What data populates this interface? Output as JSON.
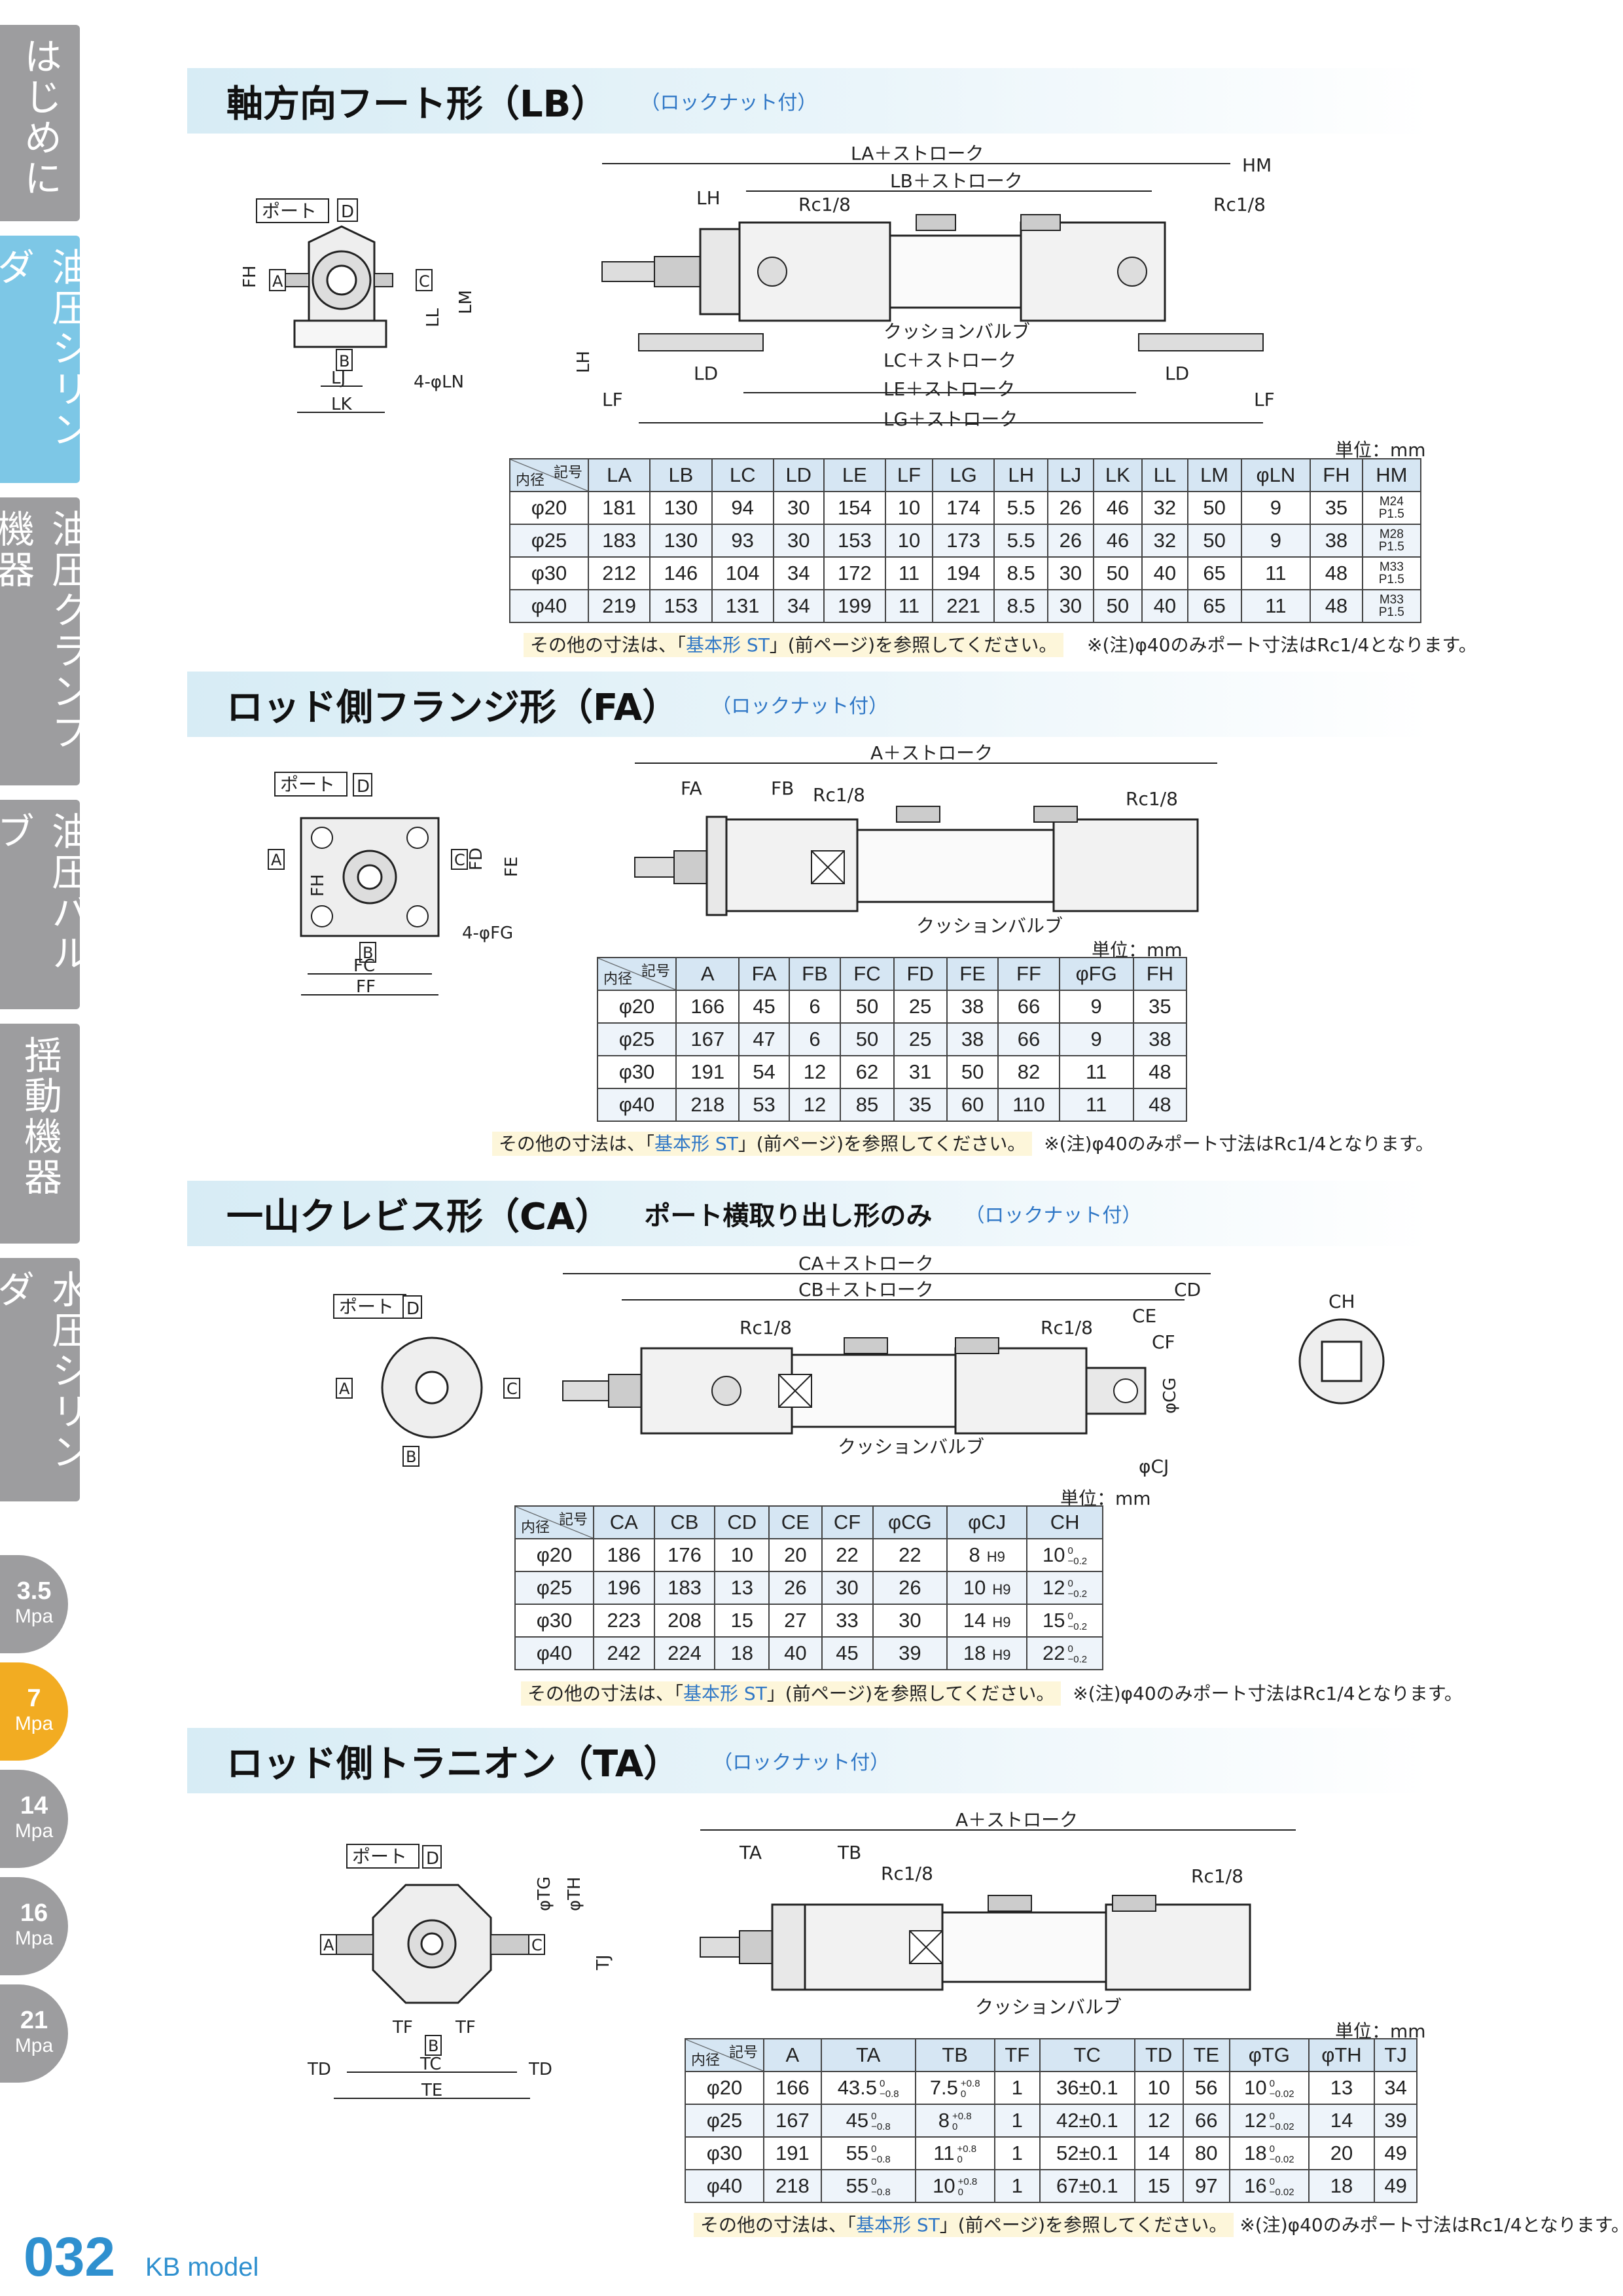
{
  "side_tabs": [
    "はじめに",
    "油圧シリンダ",
    "油圧クランプ機器",
    "油圧バルブ",
    "揺動機器",
    "水圧シリンダ"
  ],
  "mpa_tabs": [
    {
      "num": "3.5",
      "unit": "Mpa"
    },
    {
      "num": "7",
      "unit": "Mpa"
    },
    {
      "num": "14",
      "unit": "Mpa"
    },
    {
      "num": "16",
      "unit": "Mpa"
    },
    {
      "num": "21",
      "unit": "Mpa"
    }
  ],
  "unit_label": "単位：mm",
  "corner_top": "記号",
  "corner_bottom": "内径",
  "footnote_ref_pre": "その他の寸法は、「",
  "footnote_ref_link": "基本形 ST",
  "footnote_ref_post": "」(前ページ)を参照してください。",
  "footnote_port": "※(注)φ40のみポート寸法はRc1/4となります。",
  "labels": {
    "port": "ポート",
    "A": "A",
    "B": "B",
    "C": "C",
    "D": "D",
    "cushion": "クッションバルブ",
    "rc18": "Rc1/8"
  },
  "lb": {
    "title": "軸方向フート形（LB）",
    "note": "（ロックナット付）",
    "dims": {
      "la": "LA＋ストローク",
      "lb": "LB＋ストローク",
      "lc": "LC＋ストローク",
      "le": "LE＋ストローク",
      "lg": "LG＋ストローク",
      "lh": "LH",
      "ld": "LD",
      "lf": "LF",
      "hm": "HM",
      "fh": "FH",
      "ll": "LL",
      "lm": "LM",
      "lj": "LJ",
      "lk": "LK",
      "ln": "4-φLN"
    },
    "headers": [
      "LA",
      "LB",
      "LC",
      "LD",
      "LE",
      "LF",
      "LG",
      "LH",
      "LJ",
      "LK",
      "LL",
      "LM",
      "φLN",
      "FH",
      "HM"
    ],
    "rows": [
      {
        "bore": "φ20",
        "vals": [
          "181",
          "130",
          "94",
          "30",
          "154",
          "10",
          "174",
          "5.5",
          "26",
          "46",
          "32",
          "50",
          "9",
          "35"
        ],
        "hm1": "M24",
        "hm2": "P1.5"
      },
      {
        "bore": "φ25",
        "vals": [
          "183",
          "130",
          "93",
          "30",
          "153",
          "10",
          "173",
          "5.5",
          "26",
          "46",
          "32",
          "50",
          "9",
          "38"
        ],
        "hm1": "M28",
        "hm2": "P1.5"
      },
      {
        "bore": "φ30",
        "vals": [
          "212",
          "146",
          "104",
          "34",
          "172",
          "11",
          "194",
          "8.5",
          "30",
          "50",
          "40",
          "65",
          "11",
          "48"
        ],
        "hm1": "M33",
        "hm2": "P1.5"
      },
      {
        "bore": "φ40",
        "vals": [
          "219",
          "153",
          "131",
          "34",
          "199",
          "11",
          "221",
          "8.5",
          "30",
          "50",
          "40",
          "65",
          "11",
          "48"
        ],
        "hm1": "M33",
        "hm2": "P1.5"
      }
    ]
  },
  "fa": {
    "title": "ロッド側フランジ形（FA）",
    "note": "（ロックナット付）",
    "dims": {
      "a": "A＋ストローク",
      "fa": "FA",
      "fb": "FB",
      "fc": "FC",
      "ff": "FF",
      "fh": "FH",
      "fd": "FD",
      "fe": "FE",
      "fg": "4-φFG"
    },
    "headers": [
      "A",
      "FA",
      "FB",
      "FC",
      "FD",
      "FE",
      "FF",
      "φFG",
      "FH"
    ],
    "rows": [
      {
        "bore": "φ20",
        "vals": [
          "166",
          "45",
          "6",
          "50",
          "25",
          "38",
          "66",
          "9",
          "35"
        ]
      },
      {
        "bore": "φ25",
        "vals": [
          "167",
          "47",
          "6",
          "50",
          "25",
          "38",
          "66",
          "9",
          "38"
        ]
      },
      {
        "bore": "φ30",
        "vals": [
          "191",
          "54",
          "12",
          "62",
          "31",
          "50",
          "82",
          "11",
          "48"
        ]
      },
      {
        "bore": "φ40",
        "vals": [
          "218",
          "53",
          "12",
          "85",
          "35",
          "60",
          "110",
          "11",
          "48"
        ]
      }
    ]
  },
  "ca": {
    "title": "一山クレビス形（CA）",
    "sub": "ポート横取り出し形のみ",
    "note": "（ロックナット付）",
    "dims": {
      "ca": "CA＋ストローク",
      "cb": "CB＋ストローク",
      "cd": "CD",
      "ce": "CE",
      "cf": "CF",
      "cg": "φCG",
      "cj": "φCJ",
      "ch": "CH"
    },
    "headers": [
      "CA",
      "CB",
      "CD",
      "CE",
      "CF",
      "φCG",
      "φCJ",
      "CH"
    ],
    "fit": "H9",
    "tol_up": "0",
    "tol_dn": "−0.2",
    "rows": [
      {
        "bore": "φ20",
        "vals": [
          "186",
          "176",
          "10",
          "20",
          "22",
          "22"
        ],
        "cj": "8",
        "ch": "10"
      },
      {
        "bore": "φ25",
        "vals": [
          "196",
          "183",
          "13",
          "26",
          "30",
          "26"
        ],
        "cj": "10",
        "ch": "12"
      },
      {
        "bore": "φ30",
        "vals": [
          "223",
          "208",
          "15",
          "27",
          "33",
          "30"
        ],
        "cj": "14",
        "ch": "15"
      },
      {
        "bore": "φ40",
        "vals": [
          "242",
          "224",
          "18",
          "40",
          "45",
          "39"
        ],
        "cj": "18",
        "ch": "22"
      }
    ]
  },
  "ta": {
    "title": "ロッド側トラニオン（TA）",
    "note": "（ロックナット付）",
    "dims": {
      "a": "A＋ストローク",
      "ta": "TA",
      "tb": "TB",
      "tc": "TC",
      "td": "TD",
      "te": "TE",
      "tf": "TF",
      "tg": "φTG",
      "th": "φTH",
      "tj": "TJ"
    },
    "headers": [
      "A",
      "TA",
      "TB",
      "TF",
      "TC",
      "TD",
      "TE",
      "φTG",
      "φTH",
      "TJ"
    ],
    "ta_tol_up": "0",
    "ta_tol_dn": "−0.8",
    "tb_tol_up": "+0.8",
    "tb_tol_dn": "0",
    "tg_tol_up": "0",
    "tg_tol_dn": "−0.02",
    "rows": [
      {
        "bore": "φ20",
        "a": "166",
        "ta": "43.5",
        "tb": "7.5",
        "tf": "1",
        "tc": "36±0.1",
        "td": "10",
        "te": "56",
        "tg": "10",
        "th": "13",
        "tj": "34"
      },
      {
        "bore": "φ25",
        "a": "167",
        "ta": "45",
        "tb": "8",
        "tf": "1",
        "tc": "42±0.1",
        "td": "12",
        "te": "66",
        "tg": "12",
        "th": "14",
        "tj": "39"
      },
      {
        "bore": "φ30",
        "a": "191",
        "ta": "55",
        "tb": "11",
        "tf": "1",
        "tc": "52±0.1",
        "td": "14",
        "te": "80",
        "tg": "18",
        "th": "20",
        "tj": "49"
      },
      {
        "bore": "φ40",
        "a": "218",
        "ta": "55",
        "tb": "10",
        "tf": "1",
        "tc": "67±0.1",
        "td": "15",
        "te": "97",
        "tg": "16",
        "th": "18",
        "tj": "49"
      }
    ]
  },
  "footer": {
    "page": "032",
    "model": "KB model"
  }
}
